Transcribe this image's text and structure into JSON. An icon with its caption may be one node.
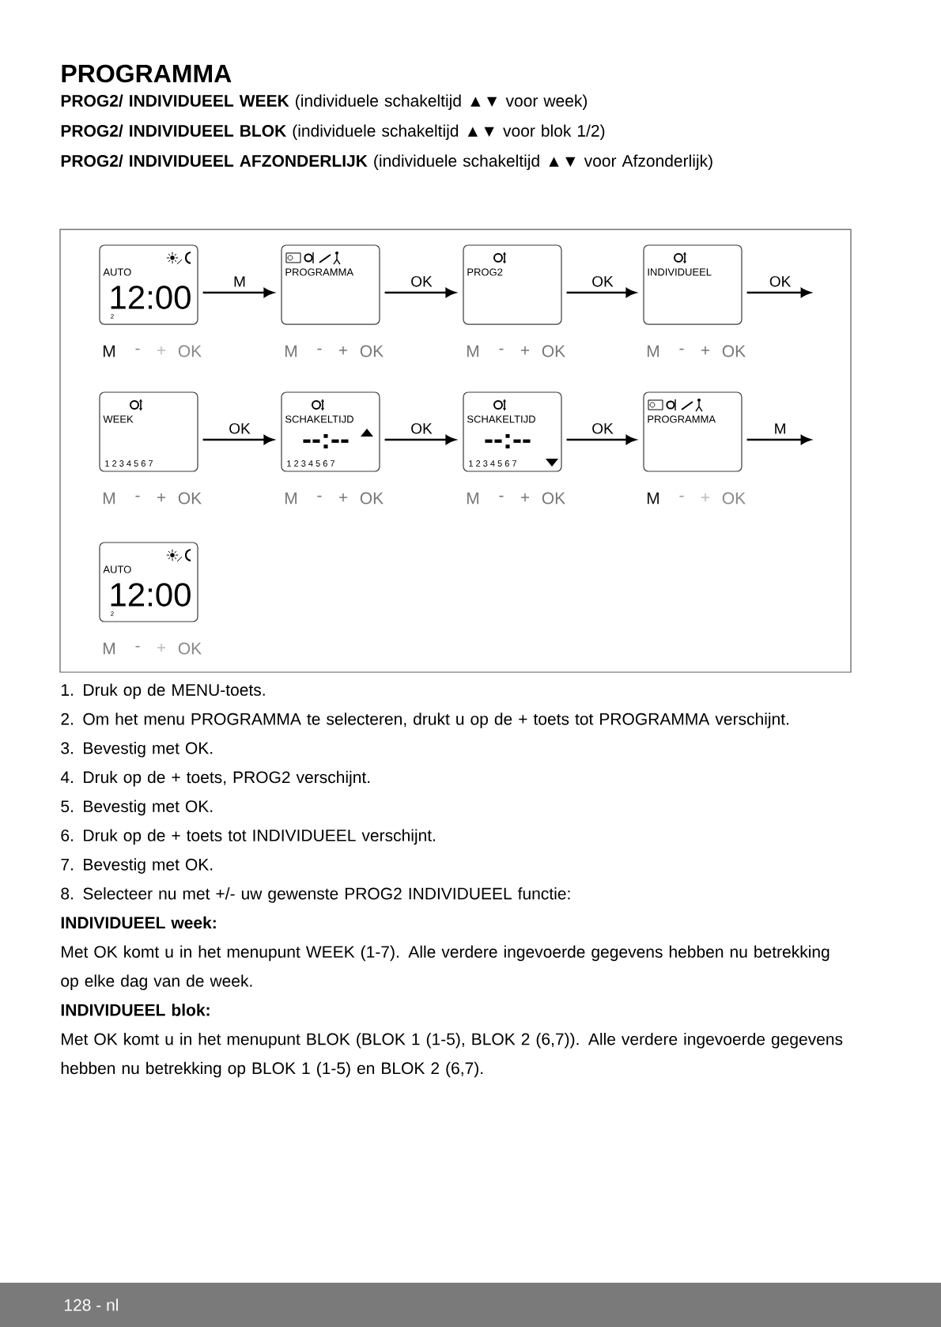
{
  "diagram": {
    "title": "PROGRAMMA",
    "nodes": [
      {
        "text": [
          "AUTO",
          "12:00",
          "2"
        ],
        "beside": [
          "M",
          "-",
          "+",
          "OK"
        ]
      },
      {
        "text": [
          "PROGRAMMA"
        ],
        "beside": [
          "M",
          "-",
          "+",
          "OK"
        ]
      },
      {
        "text": [
          "PROG2"
        ],
        "beside": [
          "M",
          "-",
          "+",
          "OK"
        ]
      },
      {
        "text": [
          "INDIVIDUEEL"
        ],
        "beside": [
          "M",
          "-",
          "+",
          "OK"
        ]
      },
      {
        "text": [
          "WEEK",
          "1 2 3 4 5 6 7"
        ],
        "beside": [
          "M",
          "-",
          "+",
          "OK"
        ]
      },
      {
        "text": [
          "SCHAKELTIJD",
          "--:--",
          "1 2 3 4 5 6 7"
        ],
        "beside": [
          "M",
          "-",
          "+",
          "OK"
        ]
      },
      {
        "text": [
          "SCHAKELTIJD",
          "--:--",
          "1 2 3 4 5 6 7"
        ],
        "beside": [
          "M",
          "-",
          "+",
          "OK"
        ]
      },
      {
        "text": [
          "PROGRAMMA"
        ],
        "beside": [
          "M",
          "-",
          "+",
          "OK"
        ]
      },
      {
        "text": [
          "AUTO",
          "12:00",
          "2"
        ],
        "beside": [
          "M",
          "-",
          "+",
          "OK"
        ]
      }
    ],
    "edges": [
      {
        "from": 0,
        "to": 1,
        "arrow": "to",
        "label": "M"
      },
      {
        "from": 1,
        "to": 2,
        "arrow": "to",
        "label": "OK"
      },
      {
        "from": 2,
        "to": 3,
        "arrow": "to",
        "label": "OK"
      },
      {
        "from": 3,
        "to": null,
        "arrow": "to",
        "label": "OK"
      },
      {
        "from": 4,
        "to": 5,
        "arrow": "to",
        "label": "OK"
      },
      {
        "from": 5,
        "to": 6,
        "arrow": "to",
        "label": "OK"
      },
      {
        "from": 6,
        "to": 7,
        "arrow": "to",
        "label": "OK"
      },
      {
        "from": 7,
        "to": null,
        "arrow": "to",
        "label": "M"
      }
    ],
    "labels": [
      "**PROG2/ INDIVIDUEEL WEEK** (individuele schakeltijd ▲▼ voor week)",
      "**PROG2/ INDIVIDUEEL BLOK** (individuele schakeltijd ▲▼ voor blok 1/2)",
      "**PROG2/ INDIVIDUEEL AFZONDERLIJK** (individuele schakeltijd ▲▼ voor Afzonderlijk)",
      "1. Druk op de MENU-toets.",
      "2. Om het menu PROGRAMMA te selecteren, drukt u op de + toets tot PROGRAMMA verschijnt.",
      "3. Bevestig met OK.",
      "4. Druk op de + toets, PROG2 verschijnt.",
      "5. Bevestig met OK.",
      "6. Druk op de + toets tot INDIVIDUEEL verschijnt.",
      "7. Bevestig met OK.",
      "8. Selecteer nu met +/- uw gewenste PROG2 INDIVIDUEEL functie:",
      "INDIVIDUEEL week:",
      "Met OK komt u in het menupunt WEEK (1-7). Alle verdere ingevoerde gegevens hebben nu betrekking op elke dag van de week.",
      "INDIVIDUEEL blok:",
      "Met OK komt u in het menupunt BLOK (BLOK 1 (1-5), BLOK 2 (6,7)). Alle verdere ingevoerde gegevens hebben nu betrekking op BLOK 1 (1-5) en BLOK 2 (6,7).",
      "128 - nl"
    ]
  }
}
